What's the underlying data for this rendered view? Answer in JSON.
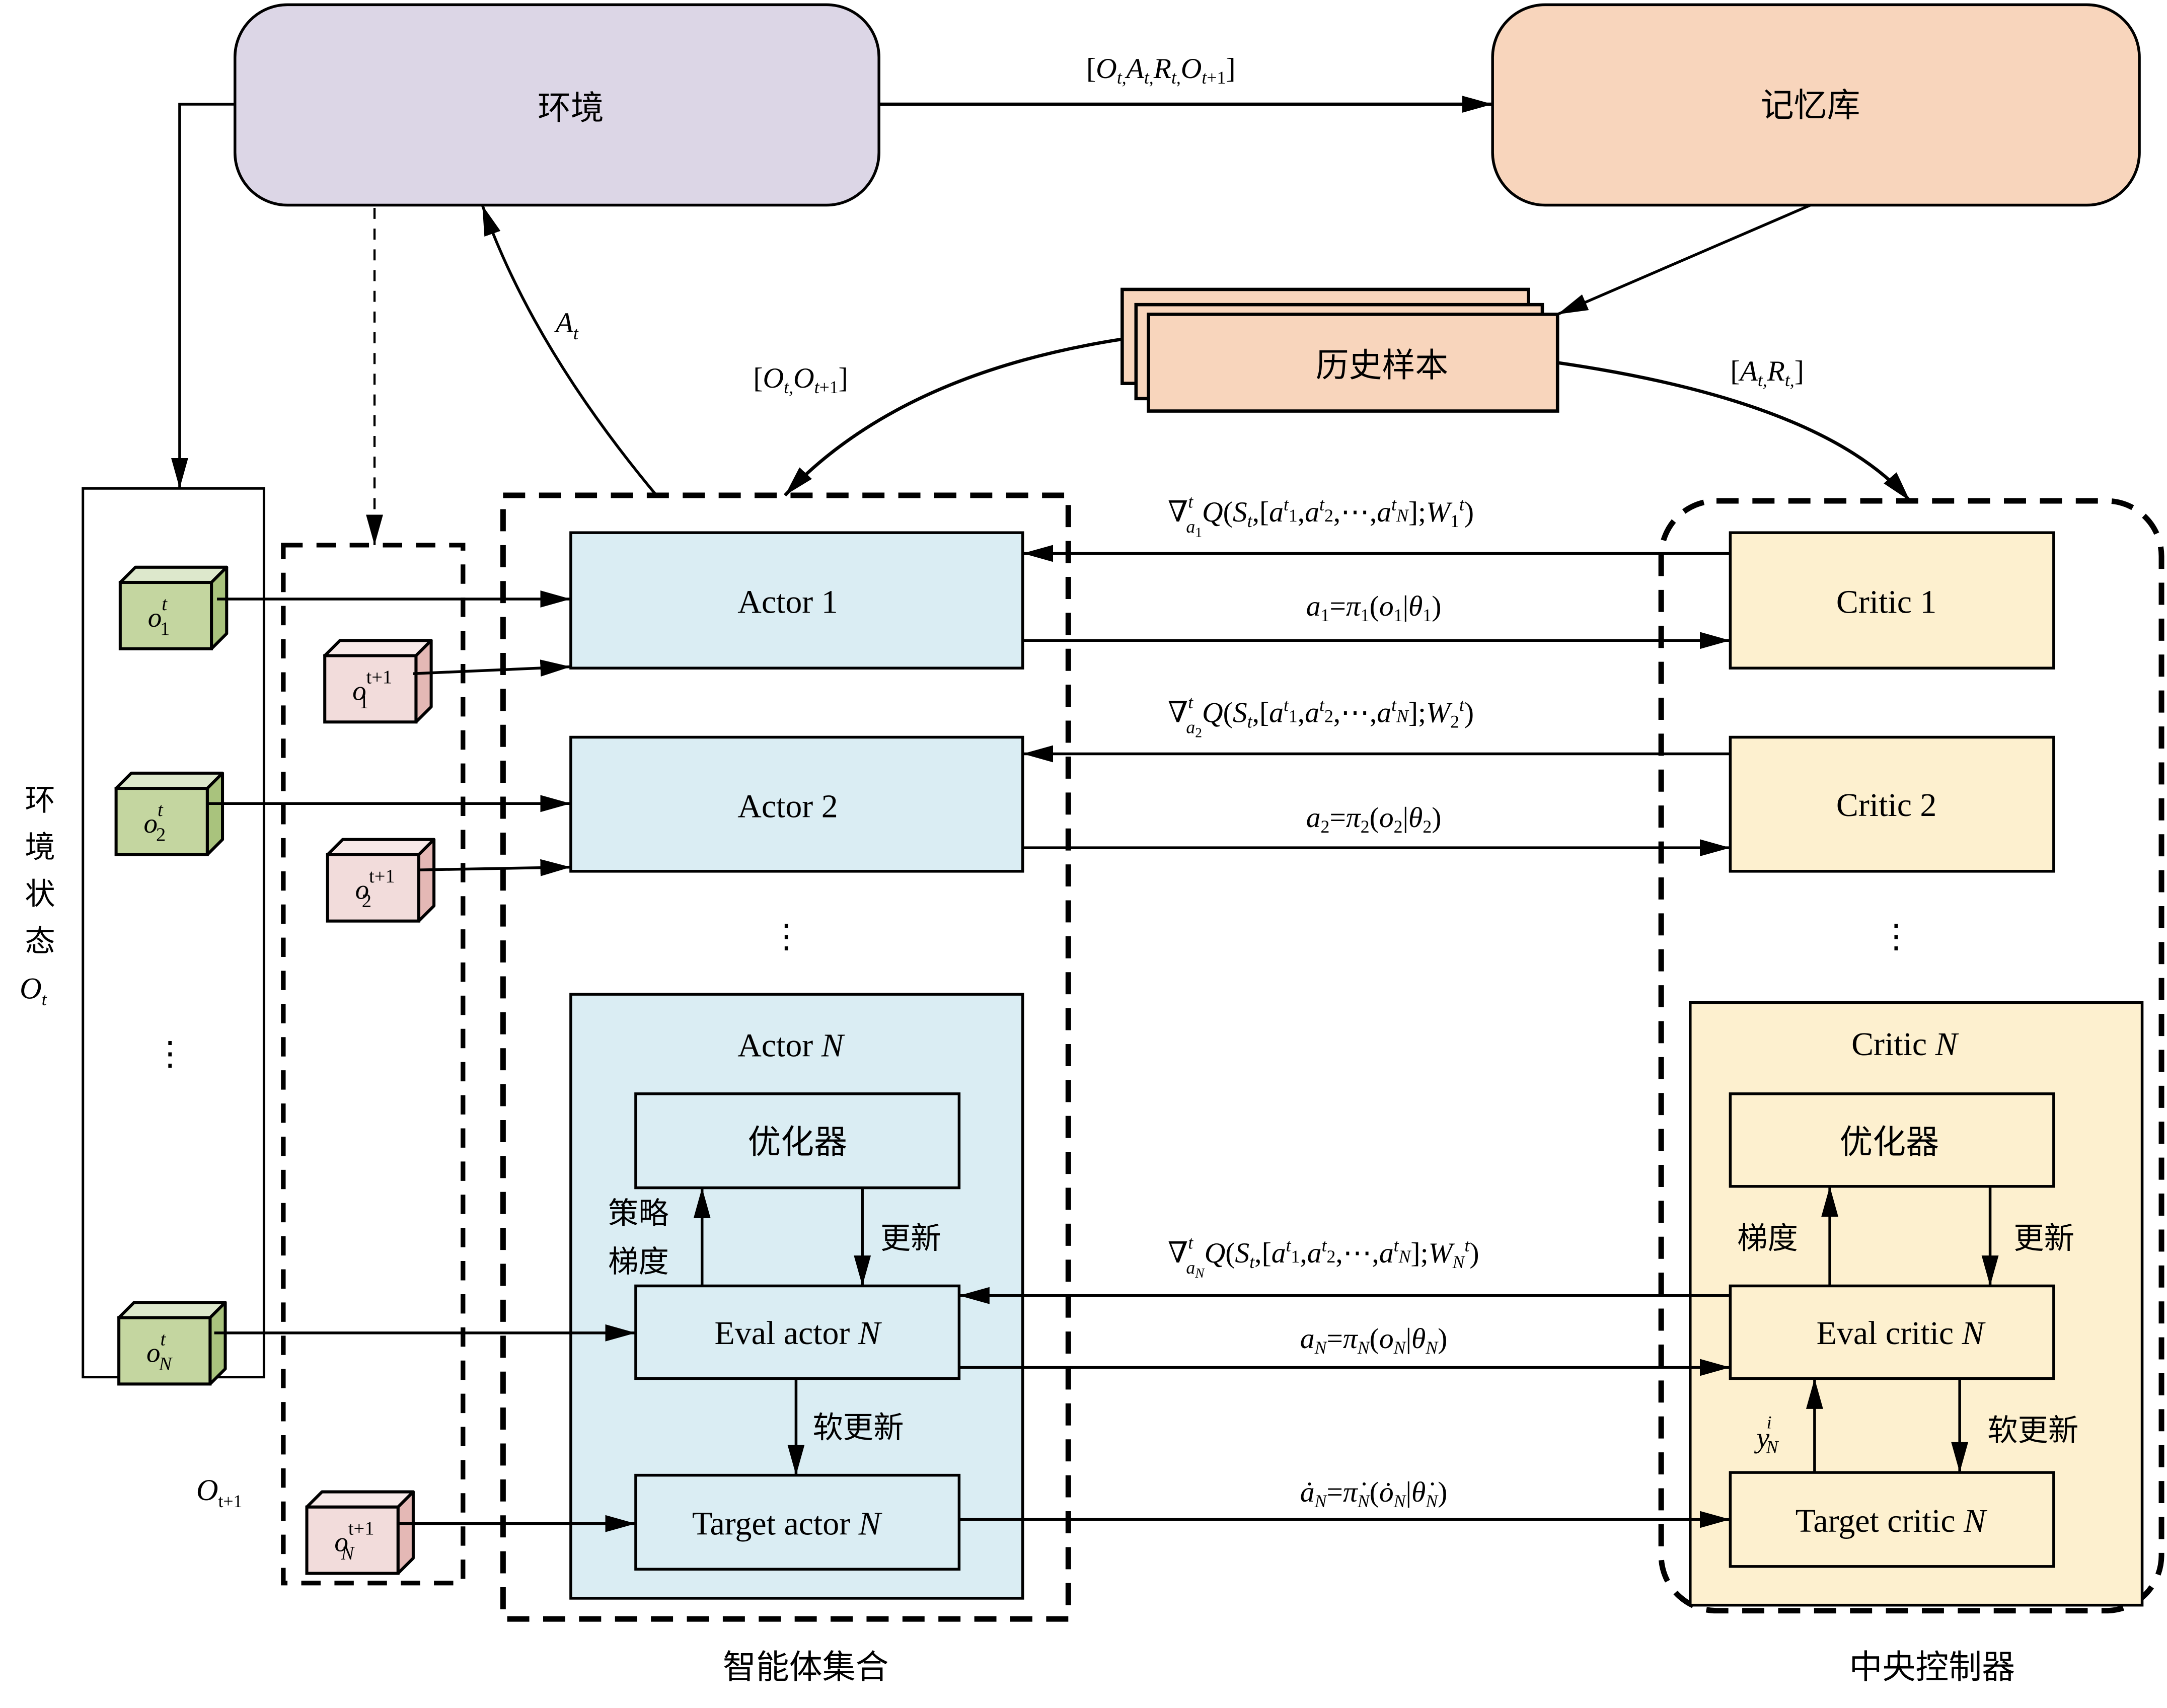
{
  "colors": {
    "environment": "#dcd6e6",
    "memory": "#f8d5bc",
    "history": "#f8d5bc",
    "agents_bg": "#daedf3",
    "controller_bg": "#fdf0cf",
    "obs_current": "#c4d6a0",
    "obs_current_top": "#dde8cc",
    "obs_current_side": "#a9c37d",
    "obs_next": "#f2dcdb",
    "obs_next_top": "#f7e9e8",
    "obs_next_side": "#e4b8b5"
  },
  "nodes": {
    "environment": "环境",
    "memory": "记忆库",
    "history": "历史样本",
    "actor1": "Actor 1",
    "actor2": "Actor 2",
    "actorN_prefix": "Actor ",
    "critic1": "Critic 1",
    "critic2": "Critic 2",
    "criticN_prefix": "Critic ",
    "optimizer": "优化器",
    "eval_actor_prefix": "Eval actor ",
    "target_actor_prefix": "Target actor ",
    "eval_critic_prefix": "Eval critic ",
    "target_critic_prefix": "Target critic ",
    "N": "N",
    "ellipsis": "⋮"
  },
  "labels": {
    "env_state_chars": [
      "环",
      "境",
      "状",
      "态"
    ],
    "env_state_symbol": "O",
    "env_state_sub": "t",
    "next_state_symbol": "O",
    "next_state_sub": "t+1",
    "agents_group": "智能体集合",
    "controller_group": "中央控制器",
    "policy_gradient_line1": "策略",
    "policy_gradient_line2": "梯度",
    "gradient": "梯度",
    "update": "更新",
    "soft_update": "软更新",
    "y_target": "y",
    "y_sup": "i",
    "y_sub": "N"
  },
  "edges": {
    "env_to_memory": "[O_t, A_t, R_t, O_t+1]",
    "action_to_env": "A_t",
    "history_to_agents": "[O_t, O_t+1]",
    "history_to_critics": "[A_t, R_t]",
    "grad_1": "∇_{a1}^t Q(S_t,[a^t_1,a^t_2,⋯,a^t_N];W_1^t)",
    "policy_1": "a1=π1(o1|θ1)",
    "grad_2": "∇_{a2}^t Q(S_t,[a^t_1,a^t_2,⋯,a^t_N];W_2^t)",
    "policy_2": "a2=π2(o2|θ2)",
    "grad_N": "∇_{aN}^t Q(S_t,[a^t_1,a^t_2,⋯,a^t_N];W_N^t)",
    "policy_N": "aN=πN(oN|θN)",
    "target_policy_N": "ȧN=π̇N(ȯN|θ̇N)"
  },
  "observations": {
    "current": [
      {
        "sym": "o",
        "sub": "1",
        "sup": "t"
      },
      {
        "sym": "o",
        "sub": "2",
        "sup": "t"
      },
      {
        "sym": "o",
        "sub": "N",
        "sup": "t"
      }
    ],
    "next": [
      {
        "sym": "o",
        "sub": "1",
        "sup": "t+1"
      },
      {
        "sym": "o",
        "sub": "2",
        "sup": "t+1"
      },
      {
        "sym": "o",
        "sub": "N",
        "sup": "t+1"
      }
    ]
  }
}
